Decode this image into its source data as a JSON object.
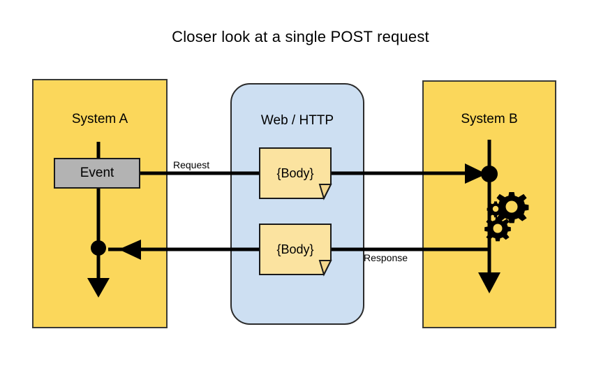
{
  "diagram": {
    "title": "Closer look at a single POST request",
    "type": "sequence-flow",
    "colors": {
      "system_fill": "#FBD75B",
      "web_fill": "#CDDFF2",
      "event_fill": "#B3B3B3",
      "note_fill": "#FBE3A0",
      "stroke": "#000000",
      "background": "#FFFFFF"
    },
    "panels": [
      {
        "id": "system-a",
        "label": "System A",
        "shape": "rectangle",
        "fill": "#FBD75B"
      },
      {
        "id": "web-http",
        "label": "Web / HTTP",
        "shape": "rounded-rectangle",
        "fill": "#CDDFF2"
      },
      {
        "id": "system-b",
        "label": "System B",
        "shape": "rectangle",
        "fill": "#FBD75B"
      }
    ],
    "nodes": [
      {
        "id": "event-box",
        "label": "Event",
        "shape": "rectangle",
        "fill": "#B3B3B3",
        "panel": "system-a"
      },
      {
        "id": "note-request-body",
        "label": "{Body}",
        "shape": "note",
        "fill": "#FBE3A0",
        "panel": "web-http"
      },
      {
        "id": "note-response-body",
        "label": "{Body}",
        "shape": "note",
        "fill": "#FBE3A0",
        "panel": "web-http"
      },
      {
        "id": "gears-icon",
        "label": "gears",
        "shape": "icon",
        "panel": "system-b"
      }
    ],
    "edges": [
      {
        "id": "request-edge",
        "label": "Request",
        "from": "event-box",
        "to": "system-b-lifeline",
        "direction": "left-to-right",
        "carries": "note-request-body",
        "end_marker": "arrow-and-dot"
      },
      {
        "id": "response-edge",
        "label": "Response",
        "from": "system-b-lifeline",
        "to": "system-a-lifeline",
        "direction": "right-to-left",
        "carries": "note-response-body",
        "end_marker": "arrow-and-dot"
      }
    ],
    "lifelines": [
      {
        "id": "system-a-lifeline",
        "panel": "system-a",
        "end_marker": "arrow-down"
      },
      {
        "id": "system-b-lifeline",
        "panel": "system-b",
        "end_marker": "arrow-down"
      }
    ]
  }
}
